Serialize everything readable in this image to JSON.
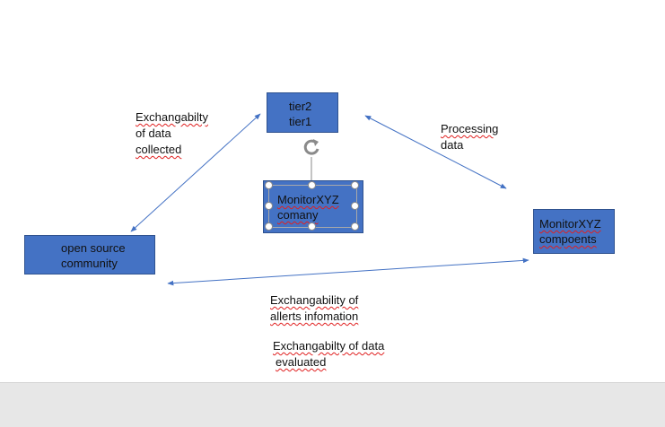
{
  "nodes": {
    "tier": {
      "line1": "tier2",
      "line2": "tier1"
    },
    "monitor_company": {
      "line1": "MonitorXYZ",
      "line2": "comany"
    },
    "open_source": {
      "line1": "open source",
      "line2": "community"
    },
    "monitor_components": {
      "line1": "MonitorXYZ",
      "line2": "compoents"
    }
  },
  "labels": {
    "collected": {
      "line1": "Exchangabilty",
      "line2": "of data",
      "line3": "collected"
    },
    "processing": {
      "line1": "Processing",
      "line2": "data"
    },
    "alerts": {
      "line1": "Exchangability of",
      "line2": "allerts infomation"
    },
    "evaluated": {
      "line1": "Exchangabilty of data",
      "line2": "evaluated"
    }
  },
  "colors": {
    "node_fill": "#4472c4",
    "edge": "#4472c4",
    "background": "#ffffff",
    "footer": "#e7e7e7"
  }
}
